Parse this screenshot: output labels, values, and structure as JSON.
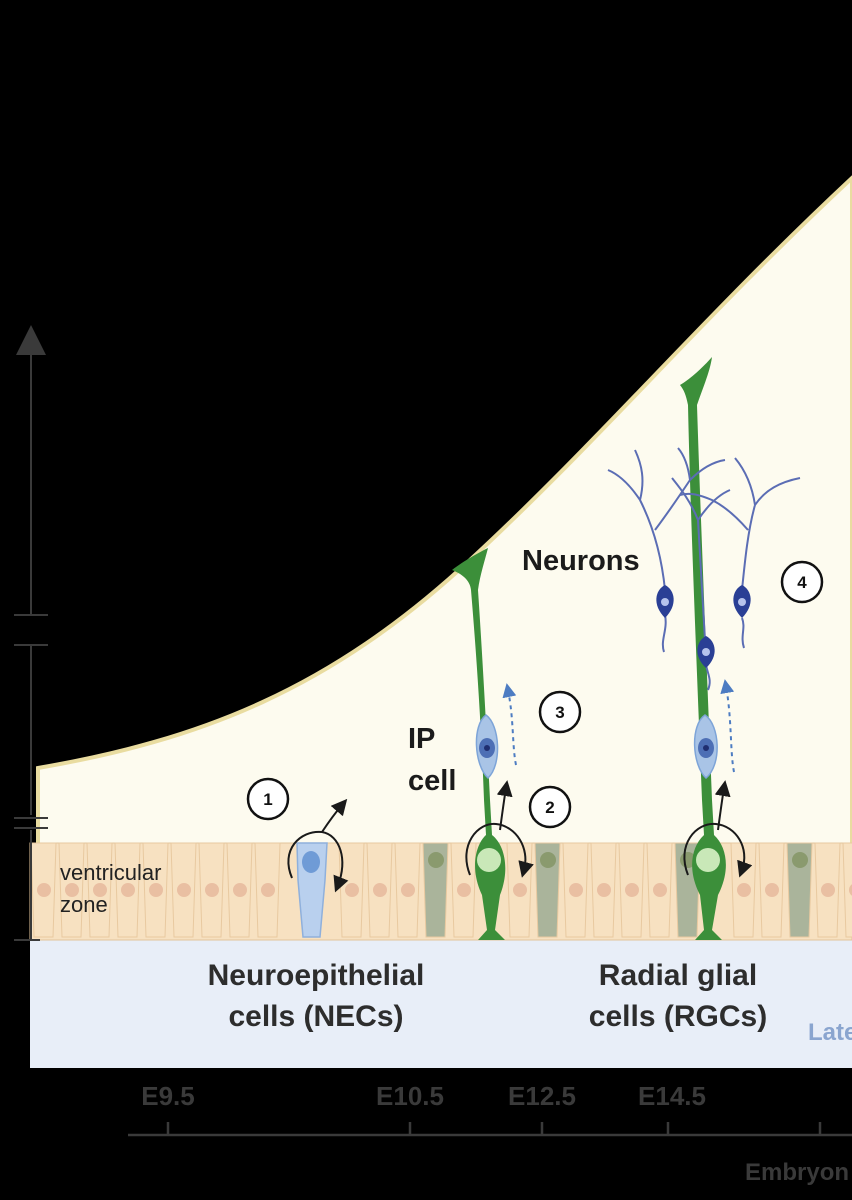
{
  "labels": {
    "ventricular": "ventricular",
    "zone": "zone",
    "nec_line1": "Neuroepithelial",
    "nec_line2": "cells (NECs)",
    "rgc_line1": "Radial glial",
    "rgc_line2": "cells (RGCs)",
    "ip_line1": "IP",
    "ip_line2": "cell",
    "neurons": "Neurons",
    "later_partial": "Late",
    "axis_title_partial": "Embryon"
  },
  "steps": [
    "1",
    "2",
    "3",
    "4"
  ],
  "timeline_ticks": [
    "E9.5",
    "E10.5",
    "E12.5",
    "E14.5"
  ],
  "colors": {
    "background": "#000000",
    "cortex_fill": "#fdfbef",
    "cortex_edge": "#e9dca0",
    "vz_cell": "#f7e1c1",
    "vz_cell_border": "#e8c9a0",
    "vz_nucleus": "#e9bfa2",
    "band_bottom": "#e8eef8",
    "rgc_green": "#3c8f3a",
    "rgc_faded": "#aab49b",
    "ip_blue": "#a9c4e6",
    "neuron_blue": "#2a3f95",
    "dendrite_blue": "#5b6db4",
    "later_text": "#8aa5cf"
  }
}
